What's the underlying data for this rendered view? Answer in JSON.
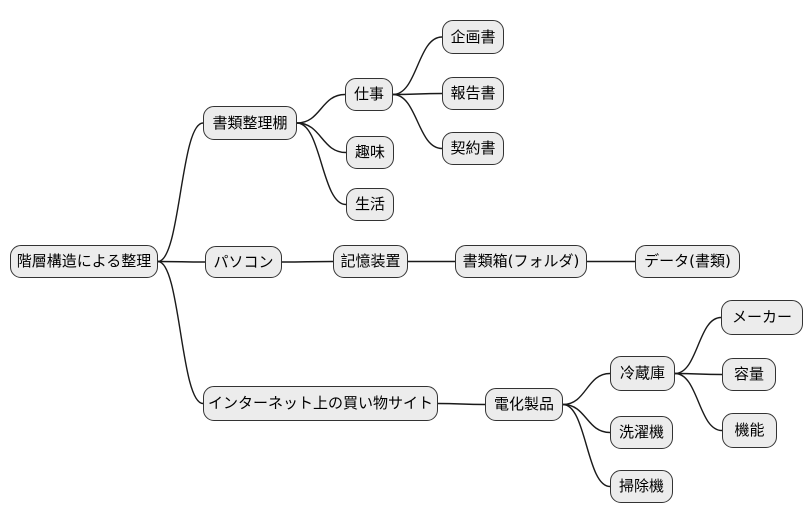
{
  "diagram": {
    "type": "mindmap",
    "direction": "left-to-right",
    "root_label": "階層構造による整理",
    "colors": {
      "background": "#ffffff",
      "node_fill": "#ececec",
      "node_border": "#333333",
      "edge": "#1a1a1a",
      "text": "#000000"
    },
    "nodes": [
      {
        "id": "root",
        "label": "階層構造による整理"
      },
      {
        "id": "shelf",
        "label": "書類整理棚"
      },
      {
        "id": "work",
        "label": "仕事"
      },
      {
        "id": "hobby",
        "label": "趣味"
      },
      {
        "id": "life",
        "label": "生活"
      },
      {
        "id": "plan",
        "label": "企画書"
      },
      {
        "id": "report",
        "label": "報告書"
      },
      {
        "id": "contract",
        "label": "契約書"
      },
      {
        "id": "pc",
        "label": "パソコン"
      },
      {
        "id": "storage",
        "label": "記憶装置"
      },
      {
        "id": "folder",
        "label": "書類箱(フォルダ)"
      },
      {
        "id": "data",
        "label": "データ(書類)"
      },
      {
        "id": "internet",
        "label": "インターネット上の買い物サイト"
      },
      {
        "id": "appliance",
        "label": "電化製品"
      },
      {
        "id": "fridge",
        "label": "冷蔵庫"
      },
      {
        "id": "washer",
        "label": "洗濯機"
      },
      {
        "id": "vacuum",
        "label": "掃除機"
      },
      {
        "id": "maker",
        "label": "メーカー"
      },
      {
        "id": "capacity",
        "label": "容量"
      },
      {
        "id": "function",
        "label": "機能"
      }
    ],
    "edges": [
      [
        "root",
        "shelf"
      ],
      [
        "root",
        "pc"
      ],
      [
        "root",
        "internet"
      ],
      [
        "shelf",
        "work"
      ],
      [
        "shelf",
        "hobby"
      ],
      [
        "shelf",
        "life"
      ],
      [
        "work",
        "plan"
      ],
      [
        "work",
        "report"
      ],
      [
        "work",
        "contract"
      ],
      [
        "pc",
        "storage"
      ],
      [
        "storage",
        "folder"
      ],
      [
        "folder",
        "data"
      ],
      [
        "internet",
        "appliance"
      ],
      [
        "appliance",
        "fridge"
      ],
      [
        "appliance",
        "washer"
      ],
      [
        "appliance",
        "vacuum"
      ],
      [
        "fridge",
        "maker"
      ],
      [
        "fridge",
        "capacity"
      ],
      [
        "fridge",
        "function"
      ]
    ]
  }
}
